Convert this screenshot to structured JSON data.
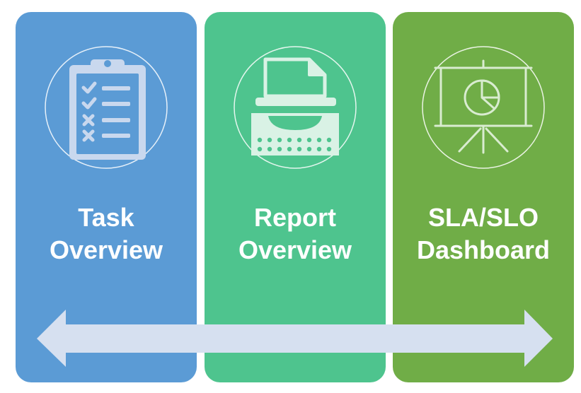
{
  "colors": {
    "task_panel": "#5b9bd5",
    "report_panel": "#4ec48e",
    "sla_panel": "#70ad47",
    "arrow": "#d6e0f0",
    "text": "#ffffff"
  },
  "panels": [
    {
      "id": "task",
      "icon": "clipboard-checklist-icon",
      "title_lines": [
        "Task",
        "Overview"
      ]
    },
    {
      "id": "report",
      "icon": "typewriter-icon",
      "title_lines": [
        "Report",
        "Overview"
      ]
    },
    {
      "id": "sla",
      "icon": "presentation-pie-chart-icon",
      "title_lines": [
        "SLA/SLO",
        "Dashboard"
      ]
    }
  ],
  "arrow": {
    "type": "double-headed-horizontal"
  }
}
